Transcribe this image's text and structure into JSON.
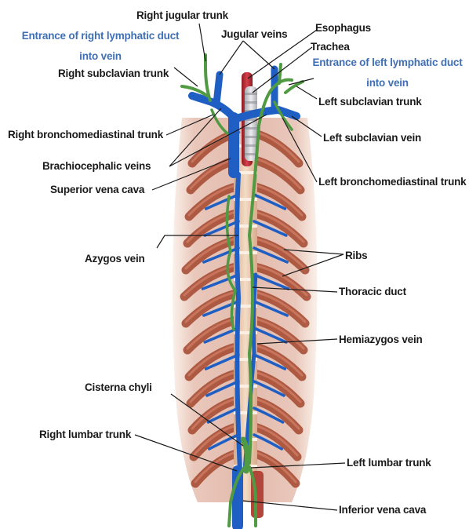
{
  "colors": {
    "vein": "#1f5fc4",
    "vein_dark": "#123f8c",
    "lymph": "#4f9a42",
    "lymph_dark": "#2f6a28",
    "rib": "#a3472e",
    "rib_light": "#d3806a",
    "spine": "#e7c3a6",
    "label_blue": "#3f6fb5",
    "label_dark": "#1a1a1a"
  },
  "labels": {
    "right_jugular_trunk": "Right jugular trunk",
    "entrance_right_l1": "Entrance of right lymphatic duct",
    "entrance_right_l2": "into vein",
    "jugular_veins": "Jugular veins",
    "esophagus": "Esophagus",
    "trachea": "Trachea",
    "entrance_left_l1": "Entrance of left lymphatic duct",
    "entrance_left_l2": "into vein",
    "right_subclavian_trunk": "Right subclavian trunk",
    "left_subclavian_trunk": "Left subclavian trunk",
    "right_bronchomediastinal_trunk": "Right bronchomediastinal trunk",
    "left_subclavian_vein": "Left subclavian vein",
    "brachiocephalic_veins": "Brachiocephalic veins",
    "left_bronchomediastinal_trunk": "Left bronchomediastinal trunk",
    "superior_vena_cava": "Superior vena cava",
    "ribs": "Ribs",
    "azygos_vein": "Azygos vein",
    "thoracic_duct": "Thoracic duct",
    "hemiazygos_vein": "Hemiazygos vein",
    "cisterna_chyli": "Cisterna chyli",
    "right_lumbar_trunk": "Right lumbar trunk",
    "left_lumbar_trunk": "Left lumbar trunk",
    "inferior_vena_cava": "Inferior vena cava"
  }
}
